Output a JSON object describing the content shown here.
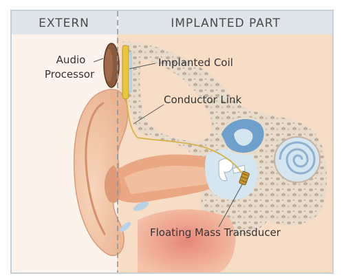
{
  "header": {
    "left_title": "EXTERN",
    "right_title": "IMPLANTED PART"
  },
  "labels": {
    "audio_processor_line1": "Audio",
    "audio_processor_line2": "Processor",
    "implanted_coil": "Implanted Coil",
    "conductor_link": "Conductor Link",
    "floating_mass_transducer": "Floating Mass Transducer"
  },
  "colors": {
    "header_bg": "#dfe5ea",
    "frame": "#c8d0d6",
    "skin": "#f2c6a4",
    "skin_dark": "#e3a987",
    "bone": "#e8dccd",
    "bone_spots": "#bfae9c",
    "inner_ear": "#6f9fcb",
    "processor": "#8b5a3c",
    "coil": "#e7c640",
    "label_text": "#333333"
  }
}
